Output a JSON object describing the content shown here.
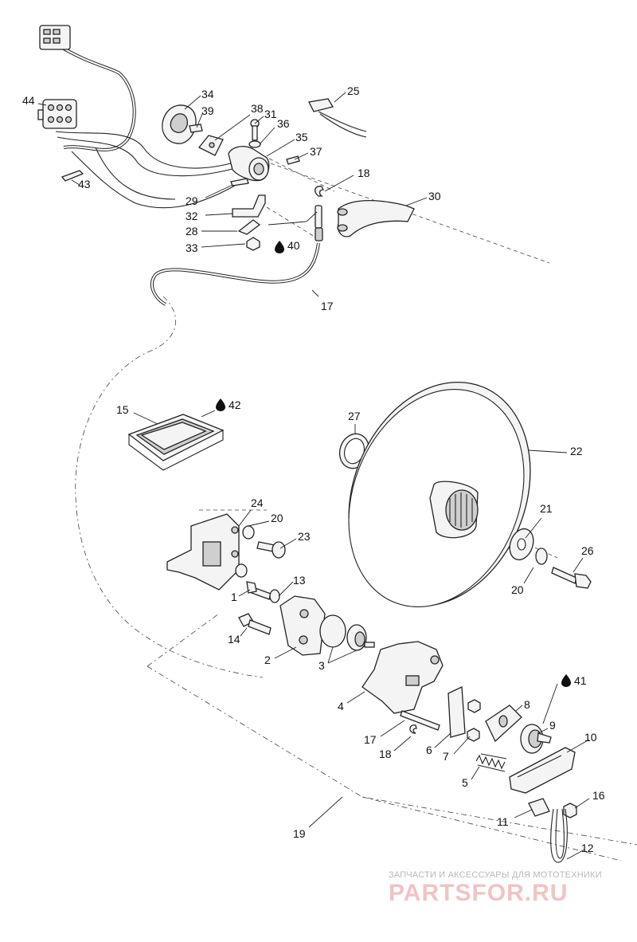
{
  "callouts": {
    "c1": "1",
    "c2": "2",
    "c3": "3",
    "c4": "4",
    "c5": "5",
    "c6": "6",
    "c7": "7",
    "c8": "8",
    "c9": "9",
    "c10": "10",
    "c11": "11",
    "c12": "12",
    "c13": "13",
    "c14": "14",
    "c15": "15",
    "c16": "16",
    "c17a": "17",
    "c17b": "17",
    "c18a": "18",
    "c18b": "18",
    "c19": "19",
    "c20a": "20",
    "c20b": "20",
    "c21": "21",
    "c22": "22",
    "c23": "23",
    "c24": "24",
    "c25": "25",
    "c26": "26",
    "c27": "27",
    "c28": "28",
    "c29": "29",
    "c30": "30",
    "c31": "31",
    "c32": "32",
    "c33": "33",
    "c34": "34",
    "c35": "35",
    "c36": "36",
    "c37": "37",
    "c38": "38",
    "c39": "39",
    "c40": "40",
    "c41": "41",
    "c42": "42",
    "c43": "43",
    "c44": "44"
  },
  "watermark": {
    "tagline": "ЗАПЧАСТИ И АКСЕССУАРЫ ДЛЯ МОТОТЕХНИКИ",
    "brand": "PARTSFOR.RU"
  },
  "colors": {
    "ink": "#222222",
    "watermark": "#f1c3c3"
  }
}
